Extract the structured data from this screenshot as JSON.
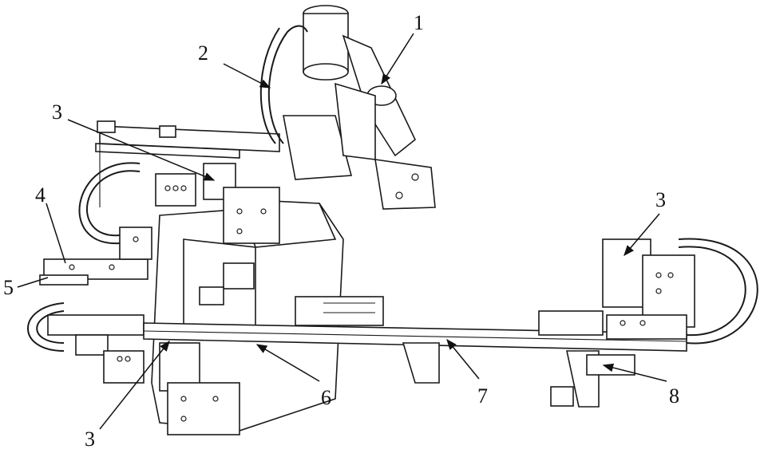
{
  "figure": {
    "labels": [
      {
        "id": "label-1",
        "text": "1"
      },
      {
        "id": "label-2",
        "text": "2"
      },
      {
        "id": "label-3-upper-left",
        "text": "3"
      },
      {
        "id": "label-3-right",
        "text": "3"
      },
      {
        "id": "label-3-bottom",
        "text": "3"
      },
      {
        "id": "label-4",
        "text": "4"
      },
      {
        "id": "label-5",
        "text": "5"
      },
      {
        "id": "label-6",
        "text": "6"
      },
      {
        "id": "label-7",
        "text": "7"
      },
      {
        "id": "label-8",
        "text": "8"
      }
    ]
  }
}
